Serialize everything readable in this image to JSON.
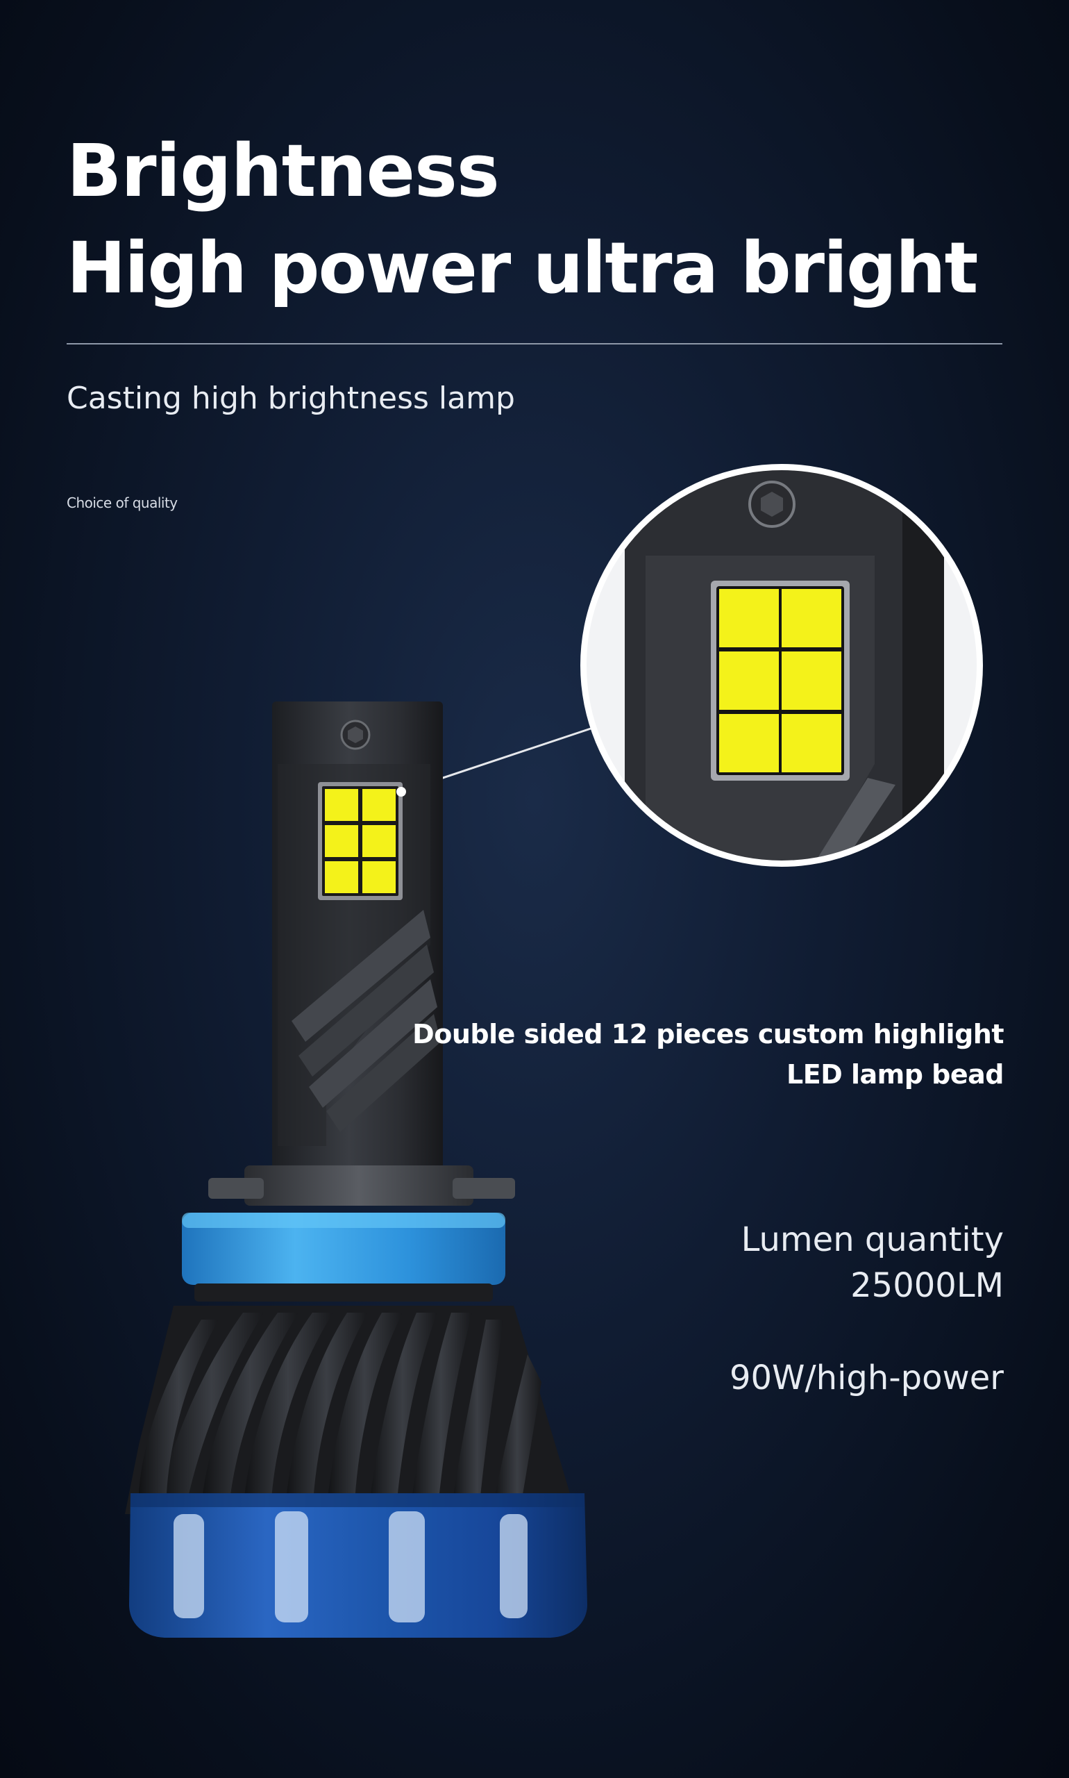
{
  "heading": {
    "line1": "Brightness",
    "line2": "High power ultra bright"
  },
  "subtitle": "Casting high brightness lamp",
  "tagline": "Choice of quality",
  "features": {
    "bead_line1": "Double sided 12 pieces custom highlight",
    "bead_line2": "LED lamp bead",
    "lumen_label": "Lumen quantity",
    "lumen_value": "25000LM",
    "power": "90W/high-power"
  },
  "colors": {
    "background": "#0b1424",
    "accent_blue": "#2f8fe0",
    "led_yellow": "#f4f21a"
  },
  "icons": {
    "product": "led-headlight-bulb-icon",
    "magnifier": "led-closeup-icon"
  }
}
